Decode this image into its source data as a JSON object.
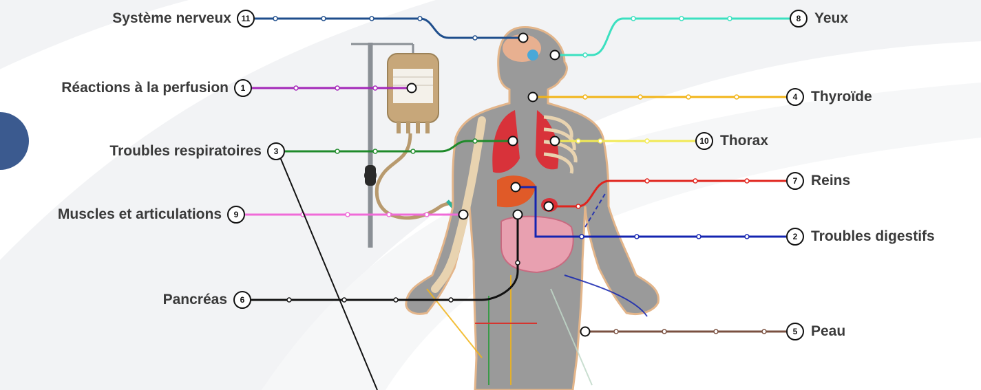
{
  "organs": [
    {
      "id": "nerveux",
      "label": "Système nerveux",
      "number": "11",
      "color": "#1f4e8c",
      "side": "left"
    },
    {
      "id": "perfusion",
      "label": "Réactions à la perfusion",
      "number": "1",
      "color": "#a326b8",
      "side": "left"
    },
    {
      "id": "respiratoires",
      "label": "Troubles respiratoires",
      "number": "3",
      "color": "#1f8a2a",
      "side": "left"
    },
    {
      "id": "muscles",
      "label": "Muscles et articulations",
      "number": "9",
      "color": "#f06ad8",
      "side": "left"
    },
    {
      "id": "pancreas",
      "label": "Pancréas",
      "number": "6",
      "color": "#111111",
      "side": "left"
    },
    {
      "id": "yeux",
      "label": "Yeux",
      "number": "8",
      "color": "#3be0c0",
      "side": "right"
    },
    {
      "id": "thyroide",
      "label": "Thyroïde",
      "number": "4",
      "color": "#f2b417",
      "side": "right"
    },
    {
      "id": "thorax",
      "label": "Thorax",
      "number": "10",
      "color": "#f2ea55",
      "side": "right"
    },
    {
      "id": "reins",
      "label": "Reins",
      "number": "7",
      "color": "#e0241d",
      "side": "right"
    },
    {
      "id": "digestifs",
      "label": "Troubles digestifs",
      "number": "2",
      "color": "#1424b0",
      "side": "right"
    },
    {
      "id": "peau",
      "label": "Peau",
      "number": "5",
      "color": "#7a5040",
      "side": "right"
    }
  ],
  "colors": {
    "body": "#9a9a9a",
    "body_outline": "#e3b58a",
    "iv_bag": "#c7a77a",
    "tube": "#b89a6e",
    "bone": "#e8d3b0"
  }
}
